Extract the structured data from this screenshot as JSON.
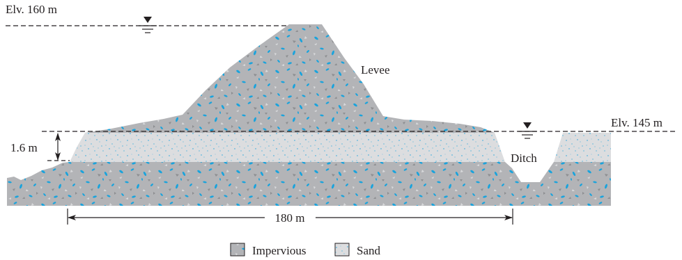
{
  "labels": {
    "elv_high": "Elv. 160 m",
    "elv_low": "Elv. 145 m",
    "levee": "Levee",
    "ditch": "Ditch",
    "sand_thickness": "1.6 m",
    "base_length": "180 m"
  },
  "legend": {
    "impervious": "Impervious",
    "sand": "Sand"
  },
  "colors": {
    "impervious_fill": "#b3b4b7",
    "sand_fill": "#dcdddf",
    "speckle": "#1aa3dc",
    "line": "#231f20"
  },
  "icons": [
    "water-level-icon",
    "water-level-icon",
    "impervious-swatch-icon",
    "sand-swatch-icon"
  ]
}
